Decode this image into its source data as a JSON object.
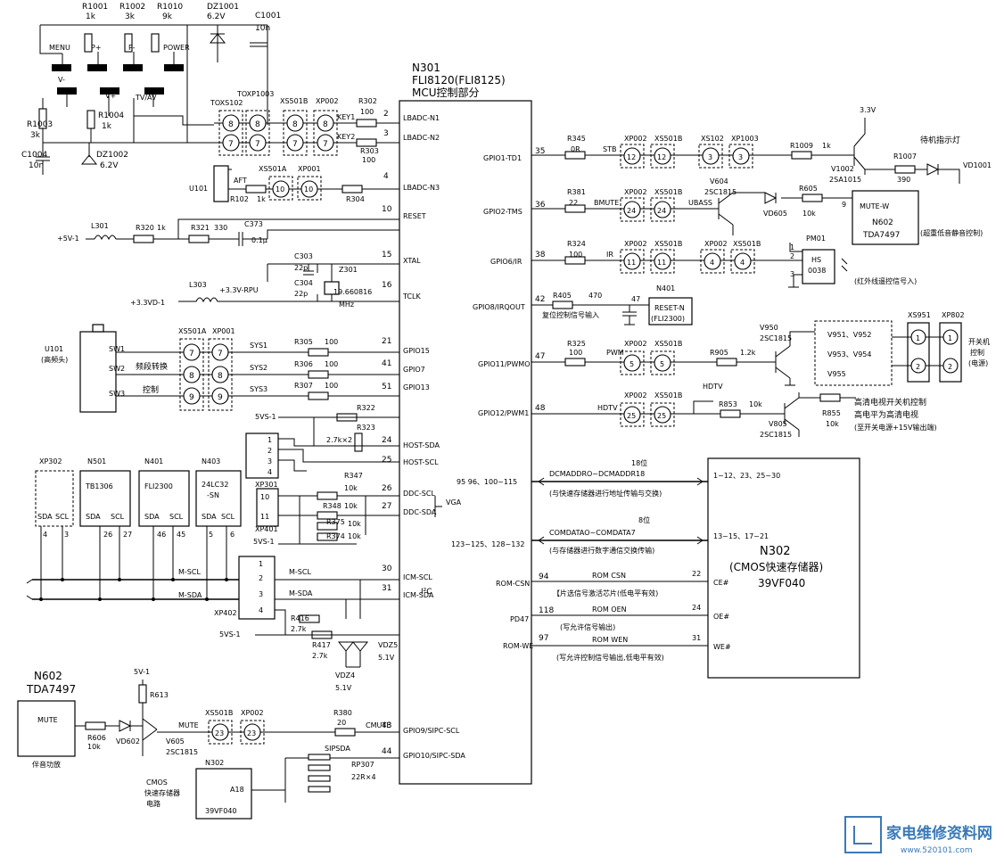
{
  "keys": {
    "r1001": "R1001",
    "r1001v": "1k",
    "r1002": "R1002",
    "r1002v": "3k",
    "r1010": "R1010",
    "r1010v": "9k",
    "dz1001": "DZ1001",
    "dz1001v": "6.2V",
    "c1001": "C1001",
    "c1001v": "10n",
    "menu": "MENU",
    "pplus": "P+",
    "pminus": "P-",
    "power": "POWER",
    "vminus": "V-",
    "vplus": "V+",
    "tvav": "TV/AV",
    "r1003": "R1003",
    "r1003v": "3k",
    "r1004": "R1004",
    "r1004v": "1k",
    "c1004": "C1004",
    "c1004v": "10n",
    "dz1002": "DZ1002",
    "dz1002v": "6.2V"
  },
  "conn_top": {
    "toxs102": "TOXS102",
    "toxp1003": "TOXP1003",
    "xs501b": "XS501B",
    "xp002": "XP002",
    "n8": "8",
    "n7": "7",
    "r302": "R302",
    "r302v": "100",
    "r303": "R303",
    "r303v": "100",
    "key1": "KEY1",
    "key2": "KEY2"
  },
  "aft": {
    "u101": "U101",
    "aft": "AFT",
    "r102": "R102",
    "r102v": "1k",
    "xs501a": "XS501A",
    "xp001": "XP001",
    "n10": "10",
    "r304": "R304"
  },
  "mcu": {
    "ref": "N301",
    "part": "FLI8120(FLI8125)",
    "title": "MCU控制部分",
    "left_pins": [
      {
        "num": "2",
        "name": "LBADC-N1"
      },
      {
        "num": "3",
        "name": "LBADC-N2"
      },
      {
        "num": "4",
        "name": "LBADC-N3"
      },
      {
        "num": "10",
        "name": "RESET"
      },
      {
        "num": "15",
        "name": "XTAL"
      },
      {
        "num": "16",
        "name": "TCLK"
      },
      {
        "num": "21",
        "name": "GPIO15"
      },
      {
        "num": "41",
        "name": "GPIO7"
      },
      {
        "num": "51",
        "name": "GPIO13"
      },
      {
        "num": "24",
        "name": "HOST-SDA"
      },
      {
        "num": "25",
        "name": "HOST-SCL"
      },
      {
        "num": "26",
        "name": "DDC-SCL"
      },
      {
        "num": "27",
        "name": "DDC-SDA"
      },
      {
        "num": "30",
        "name": "ICM-SCL"
      },
      {
        "num": "31",
        "name": "ICM-SDA"
      },
      {
        "num": "43",
        "name": "GPIO9/SIPC-SCL"
      },
      {
        "num": "44",
        "name": "GPIO10/SIPC-SDA"
      }
    ],
    "right_pins": [
      {
        "num": "35",
        "name": "GPIO1-TD1"
      },
      {
        "num": "36",
        "name": "GPIO2-TMS"
      },
      {
        "num": "38",
        "name": "GPIO6/IR"
      },
      {
        "num": "42",
        "name": "GPIO8/IRQOUT"
      },
      {
        "num": "47",
        "name": "GPIO11/PWMO"
      },
      {
        "num": "48",
        "name": "GPIO12/PWM1"
      }
    ],
    "bus_pins1": "95  96、100~115",
    "bus_pins2": "123~125、128~132",
    "rom_csn": "ROM-CSN",
    "pd47": "PD47",
    "rom_we": "ROM-WE",
    "p94": "94",
    "p118": "118",
    "p97": "97"
  },
  "reset": {
    "l301": "L301",
    "r320": "R320",
    "r320v": "1k",
    "r321": "R321",
    "r321v": "330",
    "c373": "C373",
    "c373v": "0.1μ",
    "vcc": "+5V-1"
  },
  "xtal": {
    "c303": "C303",
    "c303v": "22p",
    "c304": "C304",
    "c304v": "22p",
    "z301": "Z301",
    "freq": "19.660816",
    "mhz": "MHz",
    "l303": "L303",
    "rpu": "+3.3V-RPU",
    "vcc": "+3.3VD-1"
  },
  "band": {
    "u101": "U101",
    "u101n": "(高频头)",
    "sw1": "SW1",
    "sw2": "SW2",
    "sw3": "SW3",
    "xs501a": "XS501A",
    "xp001": "XP001",
    "cap1": "频段转换",
    "cap2": "控制",
    "sys1": "SYS1",
    "sys2": "SYS2",
    "sys3": "SYS3",
    "r305": "R305",
    "r306": "R306",
    "r307": "R307",
    "rv": "100",
    "n7": "7",
    "n8": "8",
    "n9": "9"
  },
  "host": {
    "vs": "5VS-1",
    "r322": "R322",
    "r323": "R323",
    "rv": "2.7k×2",
    "p1": "1",
    "p2": "2",
    "p3": "3",
    "p4": "4"
  },
  "vga": {
    "xp301": "XP301",
    "xp401": "XP401",
    "n10": "10",
    "n11": "11",
    "r347": "R347",
    "r347v": "10k",
    "r348": "R348",
    "r348v": "10k",
    "r375": "R375",
    "r375v": "10k",
    "r374": "R374",
    "r374v": "10k",
    "vs": "5VS-1",
    "vga": "VGA"
  },
  "i2c": {
    "xp302": "XP302",
    "n501": "N501",
    "tb1306": "TB1306",
    "n401": "N401",
    "fli2300": "FLI2300",
    "n403": "N403",
    "c24": "24LC32",
    "sn": "-SN",
    "sda": "SDA",
    "scl": "SCL",
    "p4": "4",
    "p3": "3",
    "p26": "26",
    "p27": "27",
    "p46": "46",
    "p45": "45",
    "p5": "5",
    "p6": "6",
    "mscl": "M-SCL",
    "msda": "M-SDA",
    "xp402": "XP402",
    "r416": "R416",
    "r416v": "2.7k",
    "r417": "R417",
    "r417v": "2.7k",
    "vdz5": "VDZ5",
    "vdz5v": "5.1V",
    "vdz4": "VDZ4",
    "vdz4v": "5.1V",
    "vs": "5VS-1",
    "i2c": "I²C"
  },
  "mute": {
    "n602": "N602",
    "tda": "TDA7497",
    "mute": "MUTE",
    "r606": "R606",
    "r606v": "10k",
    "vd602": "VD602",
    "r613": "R613",
    "v5": "5V-1",
    "v605": "V605",
    "v605t": "2SC1815",
    "cap": "伴音功放",
    "xs501b": "XS501B",
    "xp002": "XP002",
    "n23": "23",
    "mutel": "MUTE",
    "r380": "R380",
    "r380v": "20",
    "cmute": "CMUTE"
  },
  "sipc": {
    "sipsda": "SIPSDA",
    "rp307": "RP307",
    "rpv": "22R×4",
    "n302": "N302",
    "a18": "A18",
    "chip": "39VF040",
    "cmos1": "CMOS",
    "cmos2": "快速存储器",
    "cmos3": "电路"
  },
  "stb": {
    "r345": "R345",
    "r345v": "0R",
    "stb": "STB",
    "xp002": "XP002",
    "xs501b": "XS501B",
    "xs102": "XS102",
    "xp1003": "XP1003",
    "n12": "12",
    "n3": "3",
    "r1009": "R1009",
    "r1009v": "1k",
    "v33": "3.3V",
    "v1002": "V1002",
    "v1002t": "2SA1015",
    "r1007": "R1007",
    "r1007v": "390",
    "led": "待机指示灯",
    "vd1001": "VD1001"
  },
  "bmute": {
    "r381": "R381",
    "r381v": "22",
    "bmute": "BMUTE",
    "n24": "24",
    "v604": "V604",
    "v604t": "2SC1815",
    "ubass": "UBASS",
    "vd605": "VD605",
    "r605": "R605",
    "r605v": "10k",
    "p9": "9",
    "mutew": "MUTE-W",
    "n602": "N602",
    "tda": "TDA7497",
    "cap": "(超重低音静音控制)"
  },
  "ir": {
    "r324": "R324",
    "r324v": "100",
    "ir": "IR",
    "n11": "11",
    "n4": "4",
    "pm01": "PM01",
    "hs": "HS",
    "hsn": "0038",
    "p1": "1",
    "p2": "2",
    "p3": "3",
    "cap": "(红外线遥控信号入)"
  },
  "rst": {
    "r405": "R405",
    "r405v": "470",
    "p47": "47",
    "n401": "N401",
    "resetn": "RESET-N",
    "chip": "(FLI2300)",
    "cap": "复位控制信号输入"
  },
  "pwm": {
    "r325": "R325",
    "r325v": "100",
    "pwm": "PWM",
    "n5": "5",
    "r905": "R905",
    "r905v": "1.2k",
    "v950": "V950",
    "v950t": "2SC1815",
    "v951": "V951、V952",
    "v953": "V953、V954",
    "v955": "V955",
    "xs951": "XS951",
    "xp802": "XP802",
    "n1": "1",
    "n2": "2",
    "cap1": "开关机",
    "cap2": "控制",
    "cap3": "(电源)"
  },
  "hdtv": {
    "hdtv": "HDTV",
    "n25": "25",
    "r853": "R853",
    "r853v": "10k",
    "r855": "R855",
    "r855v": "10k",
    "v805": "V805",
    "v805t": "2SC1815",
    "cap1": "高清电视开关机控制",
    "cap2": "高电平为高清电视",
    "cap3": "(至开关电源+15V输出端)"
  },
  "flash": {
    "ref": "N302",
    "name": "(CMOS快速存储器)",
    "chip": "39VF040",
    "pins_addr": "1~12、23、25~30",
    "pins_data": "13~15、17~21",
    "addr_lbl": "DCMADDRO~DCMADDR18",
    "addr_bits": "18位",
    "addr_cap": "(与快速存储器进行地址传输与交换)",
    "data_lbl": "COMDATAO~COMDATA7",
    "data_bits": "8位",
    "data_cap": "(与存储器进行数字通信交换传输)",
    "csn": "ROM CSN",
    "csn_cap": "【片选信号激活芯片(低电平有效)",
    "oen": "ROM OEN",
    "oen_cap": "(写允许信号输出)",
    "wen": "ROM WEN",
    "wen_cap": "(写允许控制信号输出,低电平有效)",
    "ce": "CE#",
    "oe": "OE#",
    "we": "WE#",
    "p22": "22",
    "p24": "24",
    "p31": "31"
  },
  "watermark": {
    "text": "家电维修资料网",
    "url": "www.520101.com"
  }
}
